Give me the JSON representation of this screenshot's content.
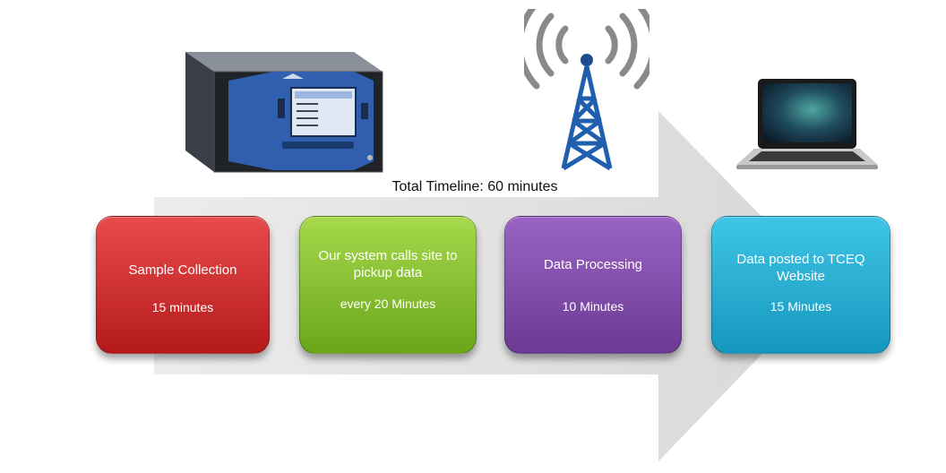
{
  "timeline": {
    "label": "Total Timeline: 60 minutes"
  },
  "steps": [
    {
      "title": "Sample Collection",
      "detail": "15 minutes",
      "color": "#d43232"
    },
    {
      "title": "Our system calls site to pickup data",
      "detail": "every 20 Minutes",
      "color": "#8cc63f"
    },
    {
      "title": "Data Processing",
      "detail": "10 Minutes",
      "color": "#7f4fad"
    },
    {
      "title": "Data posted to TCEQ Website",
      "detail": "15 Minutes",
      "color": "#29b2da"
    }
  ],
  "icons": {
    "analyzer": "analyzer-instrument-icon",
    "tower": "radio-tower-icon",
    "laptop": "laptop-icon"
  }
}
